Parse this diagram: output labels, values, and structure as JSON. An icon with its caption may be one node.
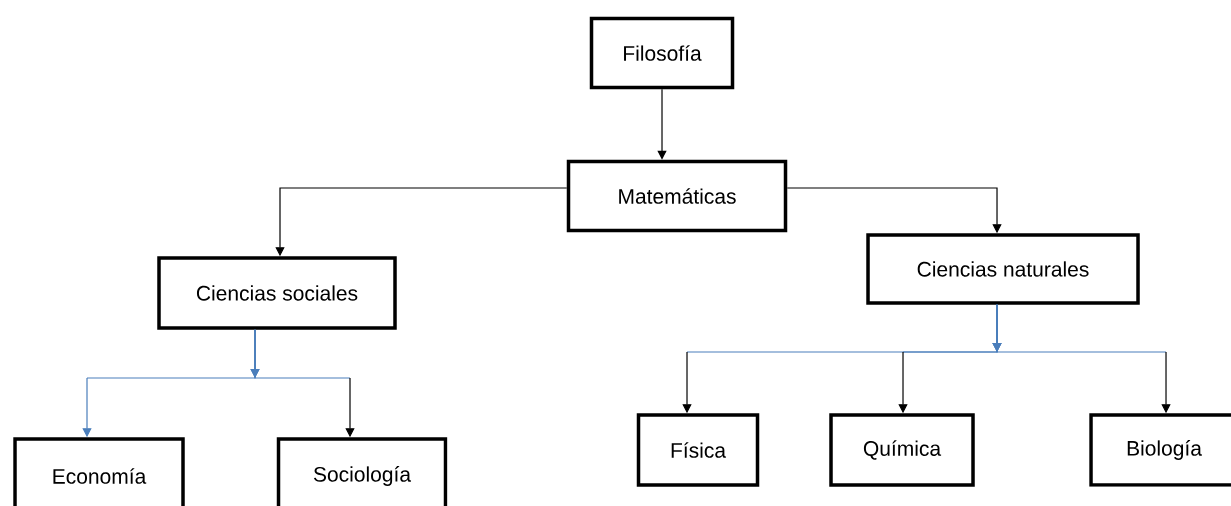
{
  "diagram": {
    "nodes": [
      {
        "text": [
          "Filosofía"
        ]
      },
      {
        "text": [
          "Matemáticas"
        ]
      },
      {
        "text": [
          "Ciencias sociales"
        ]
      },
      {
        "text": [
          "Ciencias naturales"
        ]
      },
      {
        "text": [
          "Economía"
        ]
      },
      {
        "text": [
          "Sociología"
        ]
      },
      {
        "text": [
          "Física"
        ]
      },
      {
        "text": [
          "Química"
        ]
      },
      {
        "text": [
          "Biología"
        ]
      }
    ],
    "edges": [
      {
        "from": 0,
        "to": 1,
        "arrow": "to",
        "color": "#000000"
      },
      {
        "from": 1,
        "to": 2,
        "arrow": "to",
        "color": "#000000"
      },
      {
        "from": 1,
        "to": 3,
        "arrow": "to",
        "color": "#000000"
      },
      {
        "from": 2,
        "to": 4,
        "arrow": "to",
        "color": "#4a7ebb"
      },
      {
        "from": 2,
        "to": 5,
        "arrow": "to"
      },
      {
        "from": 3,
        "to": 6,
        "arrow": "to"
      },
      {
        "from": 3,
        "to": 7,
        "arrow": "to"
      },
      {
        "from": 3,
        "to": 8,
        "arrow": "to"
      }
    ]
  }
}
